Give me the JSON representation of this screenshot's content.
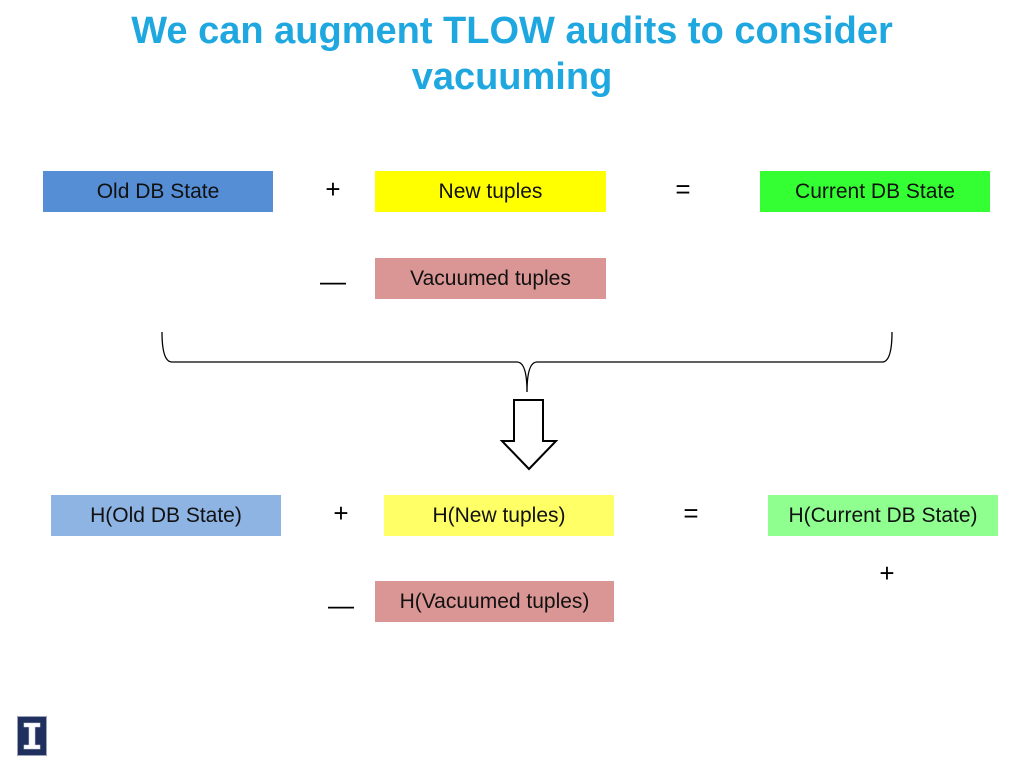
{
  "slide": {
    "title": "We can augment TLOW audits to consider vacuuming"
  },
  "top_row": {
    "old_state": "Old DB State",
    "plus": "+",
    "new_tuples": "New tuples",
    "equals": "=",
    "current_state": "Current DB State",
    "minus": "—",
    "vacuumed": "Vacuumed tuples"
  },
  "bottom_row": {
    "old_state": "H(Old DB State)",
    "plus": "+",
    "new_tuples": "H(New tuples)",
    "equals": "=",
    "current_state": "H(Current DB State)",
    "plus_right": "+",
    "minus": "—",
    "vacuumed": "H(Vacuumed tuples)"
  },
  "colors": {
    "title": "#1fa7e0",
    "old_state": "#558ed5",
    "new_tuples": "#ffff00",
    "current_state": "#33ff33",
    "vacuumed": "#d99694",
    "old_state_h": "#8eb4e3",
    "new_tuples_h": "#ffff66",
    "current_state_h": "#8fff8f",
    "vacuumed_h": "#d99694"
  },
  "icons": {
    "brace": "curly-brace-icon",
    "arrow": "down-arrow-icon",
    "logo": "university-block-i-logo"
  }
}
